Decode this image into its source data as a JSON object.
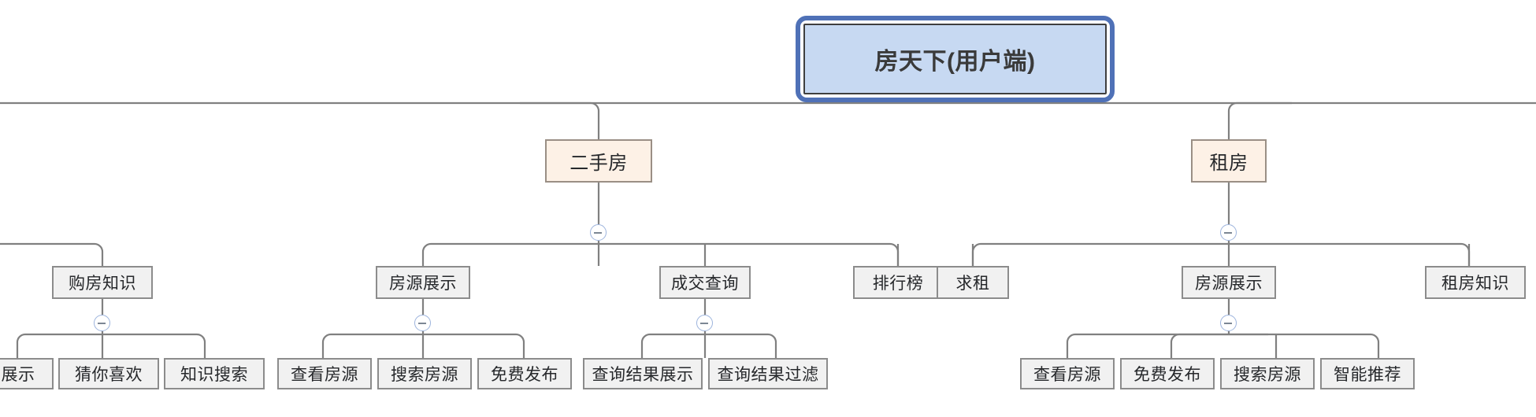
{
  "diagram": {
    "kind": "mindmap-tree",
    "title_node": "房天下(用户端)",
    "colors": {
      "root_fill": "#c7d9f2",
      "root_frame": "#4f71b7",
      "branch_fill": "#fdf1e6",
      "branch_border": "#9a8f85",
      "leaf_fill": "#f1f1f1",
      "leaf_border": "#8c8c8c",
      "wire": "#808080",
      "toggle_border": "#9db4dd",
      "toggle_minus": "#7c8794"
    },
    "root": {
      "label": "房天下(用户端)"
    },
    "branches": [
      {
        "label": "二手房"
      },
      {
        "label": "租房"
      }
    ],
    "categories": [
      {
        "label": "购房知识"
      },
      {
        "label": "房源展示"
      },
      {
        "label": "成交查询"
      },
      {
        "label": "排行榜"
      },
      {
        "label": "求租"
      },
      {
        "label": "房源展示"
      },
      {
        "label": "租房知识"
      }
    ],
    "leaves": [
      {
        "label": "展示"
      },
      {
        "label": "猜你喜欢"
      },
      {
        "label": "知识搜索"
      },
      {
        "label": "查看房源"
      },
      {
        "label": "搜索房源"
      },
      {
        "label": "免费发布"
      },
      {
        "label": "查询结果展示"
      },
      {
        "label": "查询结果过滤"
      },
      {
        "label": "查看房源"
      },
      {
        "label": "免费发布"
      },
      {
        "label": "搜索房源"
      },
      {
        "label": "智能推荐"
      }
    ],
    "toggles": [
      {
        "name": "collapse-toggle-ershoufang"
      },
      {
        "name": "collapse-toggle-zufang"
      },
      {
        "name": "collapse-toggle-goufangzhishi"
      },
      {
        "name": "collapse-toggle-fangyuanzhanshi-1"
      },
      {
        "name": "collapse-toggle-chengjiaochaxun"
      },
      {
        "name": "collapse-toggle-fangyuanzhanshi-2"
      }
    ]
  }
}
